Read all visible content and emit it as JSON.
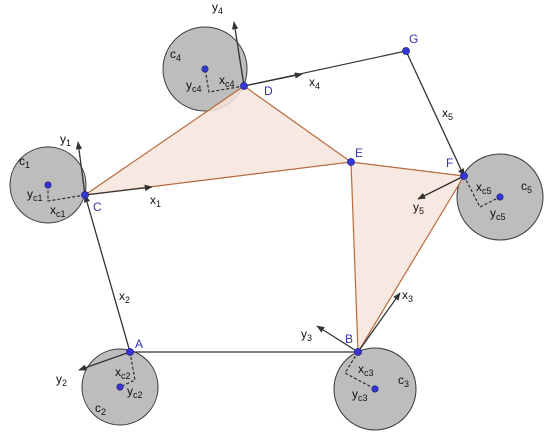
{
  "colors": {
    "background": "#ffffff",
    "disk_fill": "#bdbdbd",
    "disk_stroke": "#3a3a3a",
    "triangle_fill": "#f6e4dc",
    "triangle_stroke": "#b86a3e",
    "frame_line": "#333333",
    "point_fill": "#3535d6",
    "point_label": "#3333aa",
    "axis_label": "#111111"
  },
  "points": {
    "A": {
      "label": "A"
    },
    "B": {
      "label": "B"
    },
    "C": {
      "label": "C"
    },
    "D": {
      "label": "D"
    },
    "E": {
      "label": "E"
    },
    "F": {
      "label": "F"
    },
    "G": {
      "label": "G"
    }
  },
  "labels": {
    "x1": {
      "base": "x",
      "sub": "1"
    },
    "y1": {
      "base": "y",
      "sub": "1"
    },
    "x2": {
      "base": "x",
      "sub": "2"
    },
    "y2": {
      "base": "y",
      "sub": "2"
    },
    "x3": {
      "base": "x",
      "sub": "3"
    },
    "y3": {
      "base": "y",
      "sub": "3"
    },
    "x4": {
      "base": "x",
      "sub": "4"
    },
    "y4": {
      "base": "y",
      "sub": "4"
    },
    "x5": {
      "base": "x",
      "sub": "5"
    },
    "y5": {
      "base": "y",
      "sub": "5"
    },
    "c1": {
      "base": "c",
      "sub": "1"
    },
    "c2": {
      "base": "c",
      "sub": "2"
    },
    "c3": {
      "base": "c",
      "sub": "3"
    },
    "c4": {
      "base": "c",
      "sub": "4"
    },
    "c5": {
      "base": "c",
      "sub": "5"
    },
    "xc1": {
      "base": "x",
      "sub": "c1"
    },
    "yc1": {
      "base": "y",
      "sub": "c1"
    },
    "xc2": {
      "base": "x",
      "sub": "c2"
    },
    "yc2": {
      "base": "y",
      "sub": "c2"
    },
    "xc3": {
      "base": "x",
      "sub": "c3"
    },
    "yc3": {
      "base": "y",
      "sub": "c3"
    },
    "xc4": {
      "base": "x",
      "sub": "c4"
    },
    "yc4": {
      "base": "y",
      "sub": "c4"
    },
    "xc5": {
      "base": "x",
      "sub": "c5"
    },
    "yc5": {
      "base": "y",
      "sub": "c5"
    }
  }
}
